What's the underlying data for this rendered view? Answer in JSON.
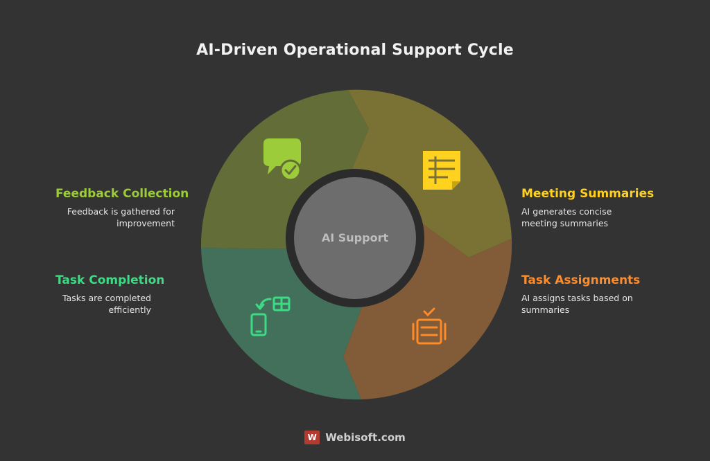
{
  "title": "AI-Driven Operational Support Cycle",
  "center_label": "AI Support",
  "colors": {
    "background": "#333333",
    "feedback": "#9ccc3a",
    "meeting": "#ffd21f",
    "tasks": "#ff8c2a",
    "completion": "#3ddc84"
  },
  "segments": [
    {
      "id": "meeting",
      "icon": "document-icon"
    },
    {
      "id": "tasks",
      "icon": "task-list-icon"
    },
    {
      "id": "completion",
      "icon": "mobile-transfer-icon"
    },
    {
      "id": "feedback",
      "icon": "chat-check-icon"
    }
  ],
  "labels": {
    "feedback": {
      "title": "Feedback Collection",
      "desc": "Feedback is gathered for improvement"
    },
    "meeting": {
      "title": "Meeting Summaries",
      "desc": "AI generates concise meeting summaries"
    },
    "tasks": {
      "title": "Task Assignments",
      "desc": "AI assigns tasks based on summaries"
    },
    "completion": {
      "title": "Task Completion",
      "desc": "Tasks are completed efficiently"
    }
  },
  "footer": {
    "logo_letter": "W",
    "brand": "Webisoft.com"
  }
}
